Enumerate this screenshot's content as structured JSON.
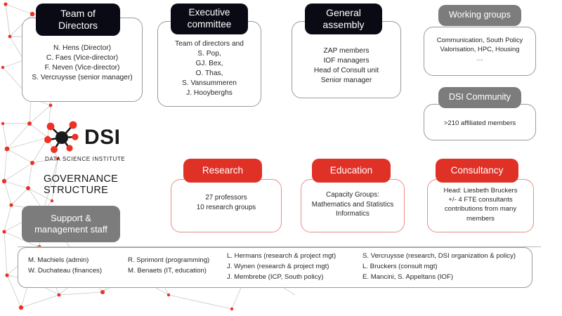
{
  "logo": {
    "icon": "network-molecule-icon",
    "wordmark": "DSI",
    "subtitle": "DATA SCIENCE INSTITUTE",
    "governance_title": "GOVERNANCE STRUCTURE",
    "node_color": "#ee3124",
    "hub_color": "#1a1a1a"
  },
  "colors": {
    "black_header": "#0a0a14",
    "gray_header": "#7c7c7c",
    "red_header": "#e03127",
    "red_border": "#eb8d86",
    "gray_border": "#9a9a9a",
    "mesh_node": "#ee3124",
    "mesh_edge": "#cfcfcf"
  },
  "boxes": [
    {
      "id": "team-of-directors",
      "header": "Team of Directors",
      "header_lines": [
        "Team of",
        "Directors"
      ],
      "header_style": "black",
      "lines": [
        "N. Hens (Director)",
        "C. Faes (Vice-director)",
        "F. Neven (Vice-director)",
        "S. Vercruysse (senior manager)"
      ]
    },
    {
      "id": "executive-committee",
      "header": "Executive committee",
      "header_lines": [
        "Executive",
        "committee"
      ],
      "header_style": "black",
      "lines": [
        "Team of directors and",
        "S. Pop,",
        "GJ. Bex,",
        "O. Thas,",
        "S. Vansummeren",
        "J. Hooyberghs"
      ]
    },
    {
      "id": "general-assembly",
      "header": "General assembly",
      "header_lines": [
        "General",
        "assembly"
      ],
      "header_style": "black",
      "lines": [
        "ZAP members",
        "IOF managers",
        "Head of Consult unit",
        "Senior manager"
      ]
    },
    {
      "id": "working-groups",
      "header": "Working groups",
      "header_lines": [
        "Working groups"
      ],
      "header_style": "gray",
      "lines": [
        "Communication, South Policy",
        "Valorisation, HPC, Housing",
        "…"
      ]
    },
    {
      "id": "dsi-community",
      "header": "DSI Community",
      "header_lines": [
        "DSI Community"
      ],
      "header_style": "gray",
      "lines": [
        ">210 affiliated members"
      ]
    },
    {
      "id": "research",
      "header": "Research",
      "header_lines": [
        "Research"
      ],
      "header_style": "red",
      "lines": [
        "27 professors",
        "10 research groups"
      ]
    },
    {
      "id": "education",
      "header": "Education",
      "header_lines": [
        "Education"
      ],
      "header_style": "red",
      "lines": [
        "Capacity Groups:",
        "Mathematics and Statistics",
        "Informatics"
      ]
    },
    {
      "id": "consultancy",
      "header": "Consultancy",
      "header_lines": [
        "Consultancy"
      ],
      "header_style": "red",
      "lines": [
        "Head: Liesbeth Bruckers",
        "+/- 4 FTE  consultants",
        "contributions from many",
        "members"
      ]
    }
  ],
  "support": {
    "header": "Support & management  staff",
    "header_lines": [
      "Support &",
      "management  staff"
    ],
    "header_style": "gray",
    "columns": [
      {
        "id": "support-col-1",
        "lines": [
          "M. Machiels (admin)",
          "W. Duchateau (finances)"
        ]
      },
      {
        "id": "support-col-2",
        "lines": [
          "R. Sprimont (programming)",
          "M. Benaets (IT, education)"
        ]
      },
      {
        "id": "support-col-3",
        "lines": [
          "L. Hermans (research & project mgt)",
          "J. Wynen (research & project mgt)",
          "J. Membrebe (ICP, South policy)"
        ]
      },
      {
        "id": "support-col-4",
        "lines": [
          "S. Vercruysse (research, DSI organization & policy)",
          "L. Bruckers (consult mgt)",
          "E. Mancini, S. Appeltans (IOF)"
        ]
      }
    ]
  }
}
